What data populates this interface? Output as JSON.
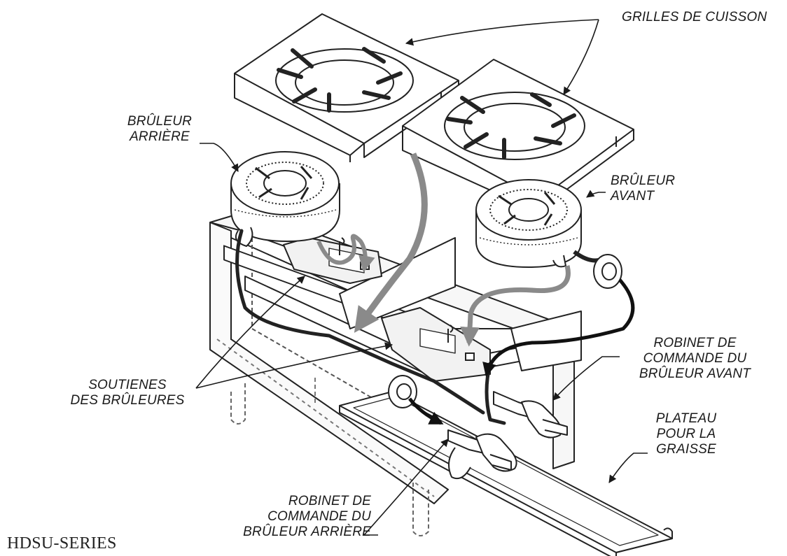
{
  "labels": {
    "grilles": [
      "GRILLES DE CUISSON"
    ],
    "bruleur_arriere": [
      "BRÛLEUR",
      "ARRIÈRE"
    ],
    "bruleur_avant": [
      "BRÛLEUR",
      "AVANT"
    ],
    "soutienes": [
      "SOUTIENES",
      "DES BRÛLEURES"
    ],
    "robinet_avant": [
      "ROBINET DE",
      "COMMANDE DU",
      "BRÛLEUR AVANT"
    ],
    "plateau": [
      "PLATEAU",
      "POUR LA",
      "GRAISSE"
    ],
    "robinet_arriere": [
      "ROBINET DE",
      "COMMANDE DU",
      "BRÛLEUR ARRIÈRE"
    ]
  },
  "series": "HDSU-SERIES"
}
